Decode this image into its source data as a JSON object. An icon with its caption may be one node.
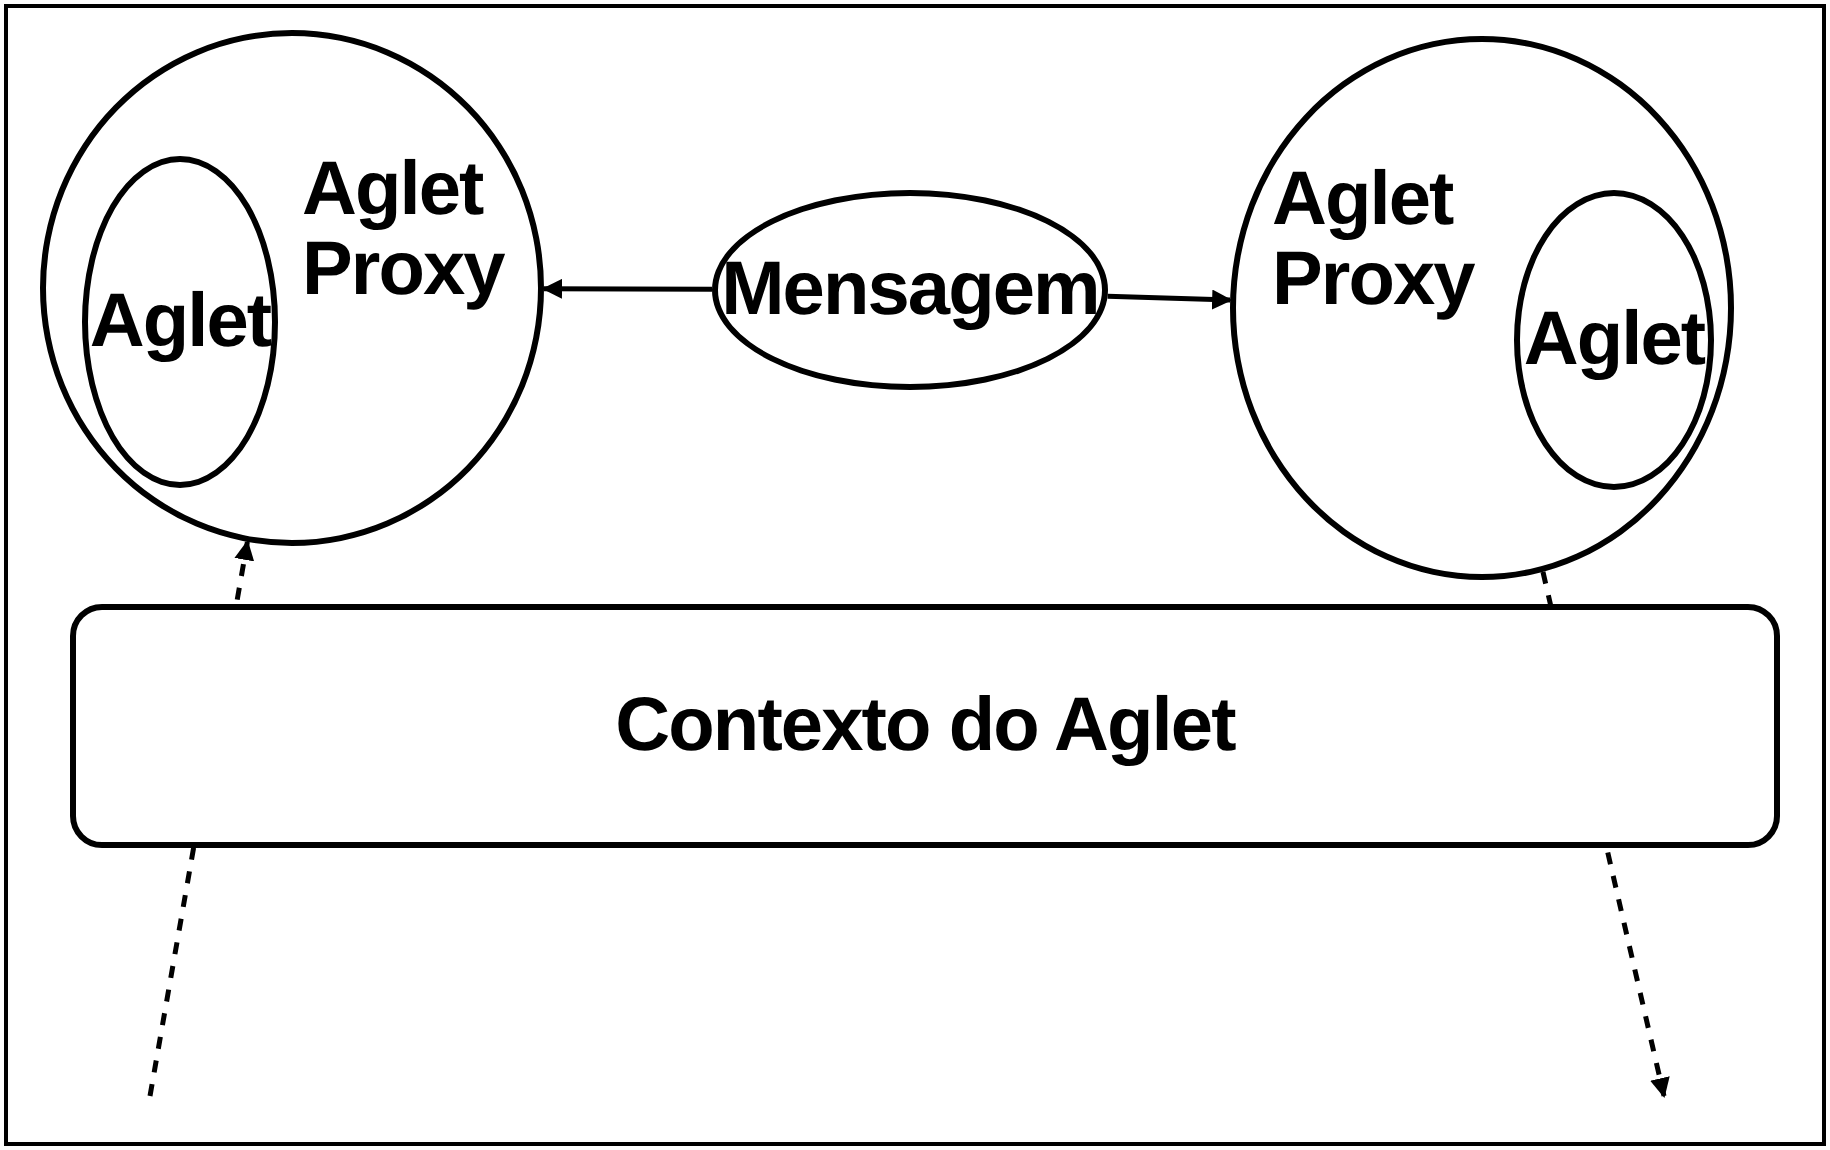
{
  "diagram": {
    "nodes": [
      {
        "text": [
          "Aglet Proxy"
        ]
      },
      {
        "text": [
          "Aglet"
        ],
        "in": 0
      },
      {
        "text": [
          "Mensagem"
        ]
      },
      {
        "text": [
          "Aglet Proxy"
        ]
      },
      {
        "text": [
          "Aglet"
        ],
        "in": 3
      },
      {
        "text": [
          "Contexto do Aglet"
        ]
      }
    ],
    "edges": [
      {
        "from": 2,
        "to": 0,
        "arrow": "to"
      },
      {
        "from": 2,
        "to": 3,
        "arrow": "to"
      },
      {
        "from": null,
        "to": 0,
        "arrow": "to",
        "style": "dashed"
      },
      {
        "from": 3,
        "to": null,
        "arrow": "to",
        "style": "dashed"
      }
    ]
  }
}
